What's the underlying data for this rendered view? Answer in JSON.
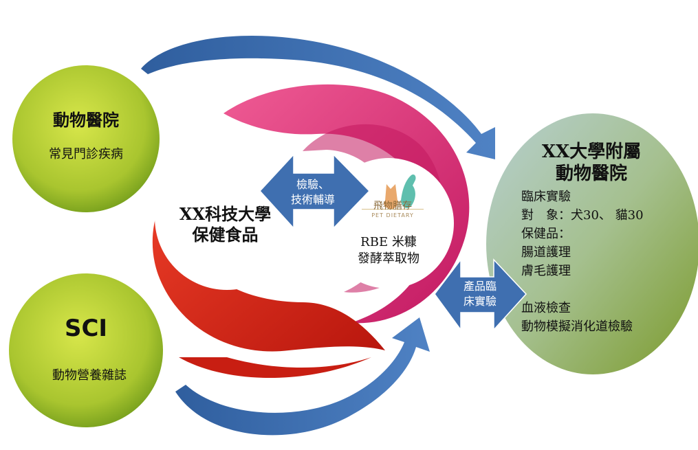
{
  "colors": {
    "green_light": "#c6d93a",
    "green_dark": "#6f9a1a",
    "red": "#e0281a",
    "pink": "#e2337a",
    "blue_arrow": "#3f6fb0",
    "oval_teal": "#9fc0b0",
    "oval_olive": "#7f9e2e"
  },
  "nodes": {
    "hospital": {
      "title": "動物醫院",
      "subtitle": "常見門診疾病"
    },
    "sci": {
      "title": "SCI",
      "subtitle": "動物營養雜誌"
    },
    "university": {
      "title_line1": "XX科技大學",
      "title_line2": "保健食品"
    },
    "product": {
      "logo_text": "飛物膳存",
      "logo_sub": "PET DIETARY",
      "line1": "RBE 米糠",
      "line2": "發酵萃取物"
    },
    "affiliated": {
      "title_line1": "XX大學附屬",
      "title_line2": "動物醫院",
      "lines": [
        "臨床實驗",
        "對　象：犬30、 貓30",
        "保健品：",
        "腸道護理",
        "膚毛護理",
        "",
        "血液檢查",
        "動物模擬消化道檢驗"
      ]
    }
  },
  "arrows": {
    "inspection_line1": "檢驗、",
    "inspection_line2": "技術輔導",
    "clinical_line1": "產品臨",
    "clinical_line2": "床實驗"
  },
  "icons": {
    "logo": "cat-dog-logo-icon"
  }
}
